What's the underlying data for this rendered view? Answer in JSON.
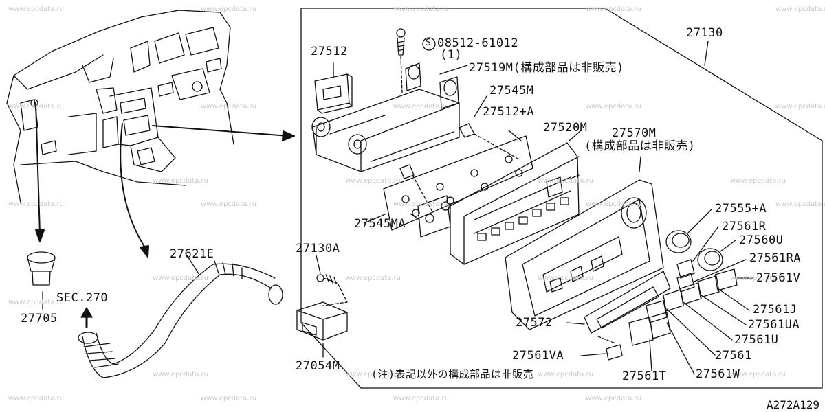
{
  "watermark": "www.epcdata.ru",
  "drawing_code": "A272A129",
  "labels": {
    "p27130": "27130",
    "p27512": "27512",
    "p08512": "08512-61012",
    "p08512_qty": "(1)",
    "p27519m": "27519M(構成部品は非販売)",
    "p27545m": "27545M",
    "p27512a": "27512+A",
    "p27520m": "27520M",
    "p27570m": "27570M",
    "p27570m_note": "(構成部品は非販売)",
    "p27545ma": "27545MA",
    "p27555a": "27555+A",
    "p27561r": "27561R",
    "p27560u": "27560U",
    "p27561ra": "27561RA",
    "p27561v": "27561V",
    "p27561j": "27561J",
    "p27561ua": "27561UA",
    "p27561u": "27561U",
    "p27561": "27561",
    "p27561w": "27561W",
    "p27561t": "27561T",
    "p27561va": "27561VA",
    "p27572": "27572",
    "p27130a": "27130A",
    "p27054m": "27054M",
    "p27621e": "27621E",
    "sec270": "SEC.270",
    "p27705": "27705",
    "note": "(注)表記以外の構成部品は非販売",
    "s_symbol": "S"
  }
}
